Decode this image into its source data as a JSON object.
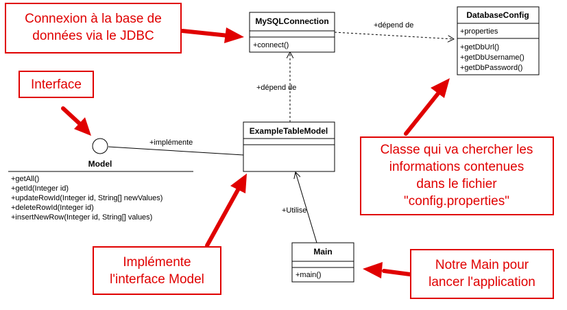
{
  "classes": {
    "mysql": {
      "name": "MySQLConnection",
      "methods": [
        "+connect()"
      ]
    },
    "dbconfig": {
      "name": "DatabaseConfig",
      "attributes": [
        "+properties"
      ],
      "methods": [
        "+getDbUrl()",
        "+getDbUsername()",
        "+getDbPassword()"
      ]
    },
    "tablemodel": {
      "name": "ExampleTableModel"
    },
    "main": {
      "name": "Main",
      "methods": [
        "+main()"
      ]
    }
  },
  "interface": {
    "name": "Model",
    "methods": [
      "+getAll()",
      "+getId(Integer id)",
      "+updateRowId(Integer id, String[] newValues)",
      "+deleteRowId(Integer id)",
      "+insertNewRow(Integer id, String[] values)"
    ]
  },
  "relations": {
    "depend1": "+dépend de",
    "depend2": "+dépend de",
    "implements": "+implémente",
    "uses": "+Utilise"
  },
  "annotations": {
    "jdbc": [
      "Connexion à la base de",
      "données via le JDBC"
    ],
    "interface": [
      "Interface"
    ],
    "config": [
      "Classe qui va chercher les",
      "informations contenues",
      "dans le fichier",
      "\"config.properties\""
    ],
    "implements": [
      "Implémente",
      "l'interface Model"
    ],
    "main": [
      "Notre Main pour",
      "lancer l'application"
    ]
  },
  "colors": {
    "annotation": "#e00000",
    "uml": "#000000"
  }
}
